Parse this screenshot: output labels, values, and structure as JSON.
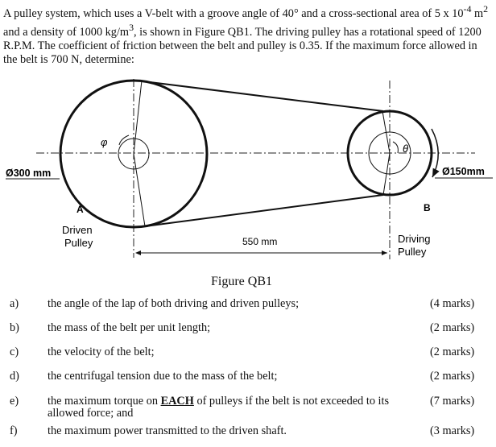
{
  "problem": {
    "intro_parts": [
      "A pulley system, which uses a V-belt with a groove angle of 40° and a cross-sectional area of 5 x 10",
      "-4",
      " m",
      "2",
      " and a density of 1000 kg/m",
      "3",
      ", is shown in Figure QB1. The driving pulley has a rotational speed of 1200 R.P.M. The coefficient of friction between the belt and pulley is 0.35.  If the maximum force allowed in the belt is 700 N, determine:"
    ]
  },
  "figure": {
    "caption": "Figure QB1",
    "left_diameter": "Ø300 mm",
    "right_diameter": "Ø150mm",
    "point_a": "A",
    "point_b": "B",
    "driven_label_1": "Driven",
    "driven_label_2": "Pulley",
    "driving_label_1": "Driving",
    "driving_label_2": "Pulley",
    "center_distance": "550 mm",
    "phi_symbol": "φ",
    "theta_symbol": "θ"
  },
  "questions": [
    {
      "letter": "a)",
      "text": "the angle of the lap of both driving and driven pulleys;",
      "marks": "(4 marks)"
    },
    {
      "letter": "b)",
      "text": "the mass of the belt per unit length;",
      "marks": "(2 marks)"
    },
    {
      "letter": "c)",
      "text": "the velocity of the belt;",
      "marks": "(2 marks)"
    },
    {
      "letter": "d)",
      "text": "the centrifugal tension due to the mass of the belt;",
      "marks": "(2 marks)"
    },
    {
      "letter": "e)",
      "text_before": "the maximum torque on ",
      "text_emph": "EACH",
      "text_after": " of pulleys if the belt is not exceeded to its allowed force; and",
      "marks": "(7 marks)"
    },
    {
      "letter": "f)",
      "text": "the maximum power transmitted to the driven shaft.",
      "marks": "(3 marks)"
    }
  ]
}
